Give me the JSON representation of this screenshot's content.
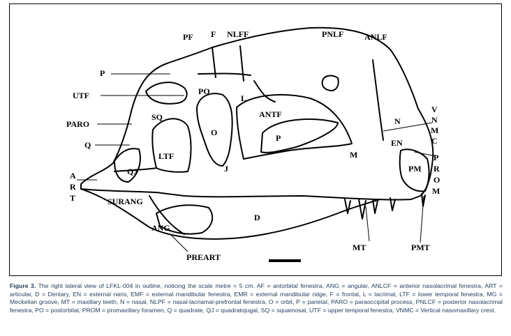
{
  "figure": {
    "labels": {
      "pf": "PF",
      "f": "F",
      "nlff": "NLFF",
      "pnlf": "PNLF",
      "anlf": "ANLF",
      "p_top": "P",
      "utf": "UTF",
      "po": "PO",
      "l": "L",
      "sq": "SQ",
      "paro": "PARO",
      "antf": "ANTF",
      "o": "O",
      "n": "N",
      "v": "V",
      "n2": "N",
      "m": "M",
      "c": "C",
      "p_inner": "P",
      "q": "Q",
      "en": "EN",
      "ltf": "LTF",
      "m_inner": "M",
      "pm": "PM",
      "prom_p": "P",
      "prom_r": "R",
      "prom_o": "O",
      "prom_m": "M",
      "j": "J",
      "qj": "QJ",
      "a": "A",
      "r": "R",
      "t": "T",
      "surang": "SURANG",
      "d": "D",
      "ang": "ANG",
      "mt": "MT",
      "pmt": "PMT",
      "preart": "PREART"
    }
  },
  "caption": {
    "label": "Figure 3.",
    "text": " The right lateral view of LFKL-004 in outline, noticing the scale metre = 5 cm. AF = antorbital fenestra, ANG = angular, ANLCF = anterior nasolacrimal fenestra, ART = articular, D = Dentary, EN = external naris, EMF = external mandibular fenestra, EMR = external mandibular ridge, F = frontal, L = lacrimal, LTF = lower temporal fenestra, MG = Meckelian groove, MT = maxillary teeth, N = nasal, NLPF = nasal-lacriamal-prefrontal fenestra, O = orbit, P = parietal, PARO = paraoccipital process, PNLCF = posterior nasolacrimal fenestra, PO = postorbital, PROM = promaxillary foramen, Q = quadrate, QJ = quadratojugal, SQ = squamosal, UTF = upper temporal fenestra, VNMC = Vertical nasomaxillary crest."
  }
}
